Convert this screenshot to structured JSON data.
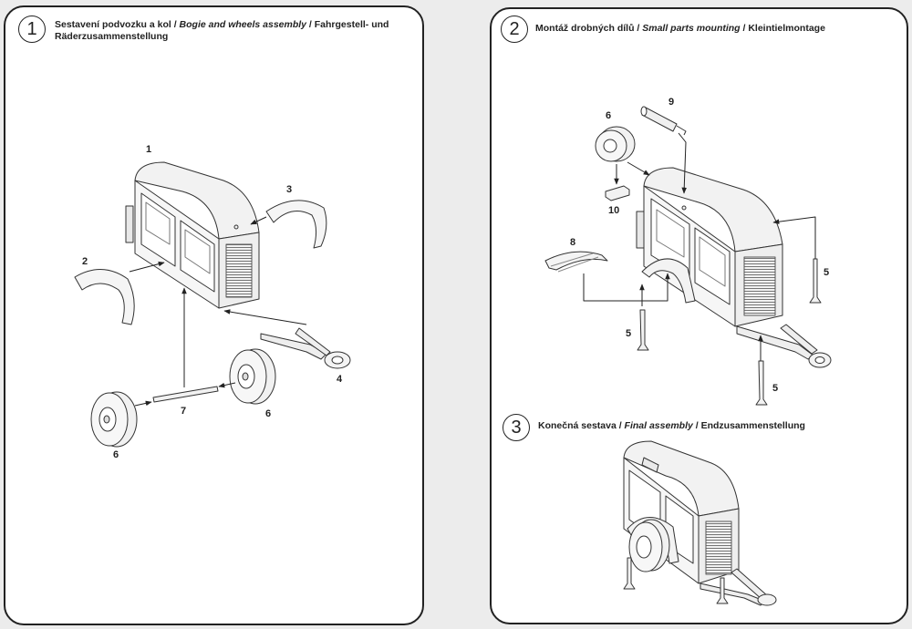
{
  "steps": [
    {
      "num": "1",
      "title_a": "Sestavení podvozku a kol / ",
      "title_b": "Bogie and wheels assembly",
      "title_c": " / Fahrgestell- und",
      "title_d": "Räderzusammenstellung"
    },
    {
      "num": "2",
      "title_a": "Montáž drobných dílů / ",
      "title_b": "Small parts mounting",
      "title_c": " / Kleintielmontage"
    },
    {
      "num": "3",
      "title_a": "Konečná sestava / ",
      "title_b": "Final assembly",
      "title_c": " / Endzusammenstellung"
    }
  ],
  "part_labels": {
    "p1_1": "1",
    "p1_2": "2",
    "p1_3": "3",
    "p1_4": "4",
    "p1_6a": "6",
    "p1_6b": "6",
    "p1_7": "7",
    "p2_6": "6",
    "p2_9": "9",
    "p2_10": "10",
    "p2_8": "8",
    "p2_5a": "5",
    "p2_5b": "5",
    "p2_5c": "5"
  }
}
